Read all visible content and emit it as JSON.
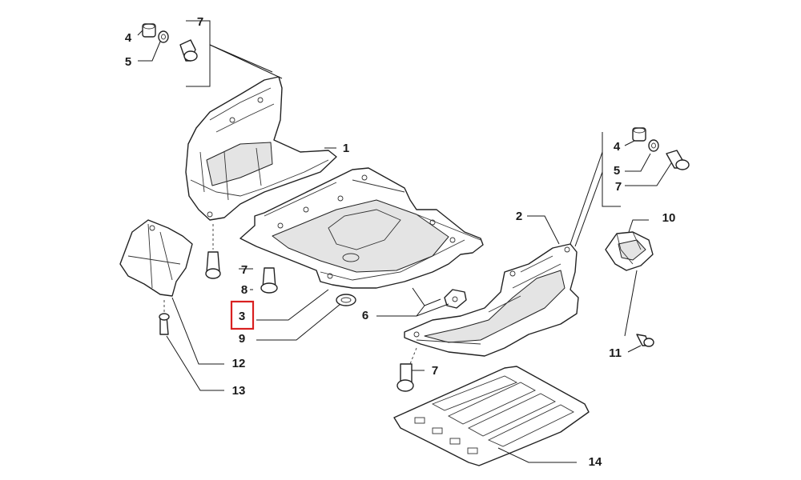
{
  "diagram": {
    "callouts": [
      {
        "id": "c-4a",
        "label": "4"
      },
      {
        "id": "c-5a",
        "label": "5"
      },
      {
        "id": "c-7a",
        "label": "7"
      },
      {
        "id": "c-1",
        "label": "1"
      },
      {
        "id": "c-4b",
        "label": "4"
      },
      {
        "id": "c-5b",
        "label": "5"
      },
      {
        "id": "c-7b",
        "label": "7"
      },
      {
        "id": "c-2",
        "label": "2"
      },
      {
        "id": "c-10",
        "label": "10"
      },
      {
        "id": "c-7c",
        "label": "7"
      },
      {
        "id": "c-8",
        "label": "8"
      },
      {
        "id": "c-3",
        "label": "3"
      },
      {
        "id": "c-9",
        "label": "9"
      },
      {
        "id": "c-6",
        "label": "6"
      },
      {
        "id": "c-11",
        "label": "11"
      },
      {
        "id": "c-12",
        "label": "12"
      },
      {
        "id": "c-13",
        "label": "13"
      },
      {
        "id": "c-7d",
        "label": "7"
      },
      {
        "id": "c-14",
        "label": "14"
      }
    ],
    "highlighted_callout": "3",
    "colors": {
      "line": "#1a1a1a",
      "highlight": "#d92020",
      "shade": "#e4e4e4"
    }
  }
}
